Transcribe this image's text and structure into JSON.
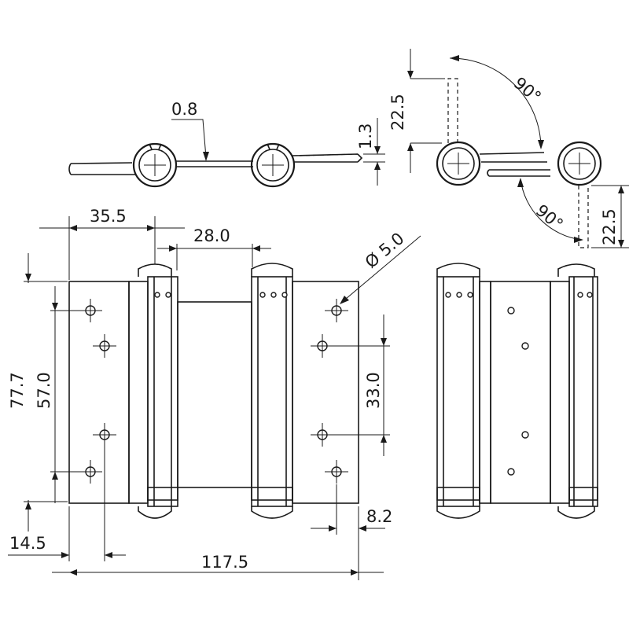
{
  "drawing": {
    "dimensions": {
      "total_width": "117.5",
      "leaf_width": "35.5",
      "barrel_gap": "28.0",
      "total_height": "77.7",
      "hole_span_outer": "57.0",
      "hole_span_inner": "33.0",
      "edge_offset_left": "14.5",
      "edge_offset_right": "8.2",
      "hole_diameter": "Ø 5.0",
      "plate_thickness": "0.8",
      "leaf_offset": "1.3",
      "swing_offset_top": "22.5",
      "swing_offset_bottom": "22.5",
      "swing_angle_top": "90°",
      "swing_angle_bottom": "90°"
    }
  }
}
